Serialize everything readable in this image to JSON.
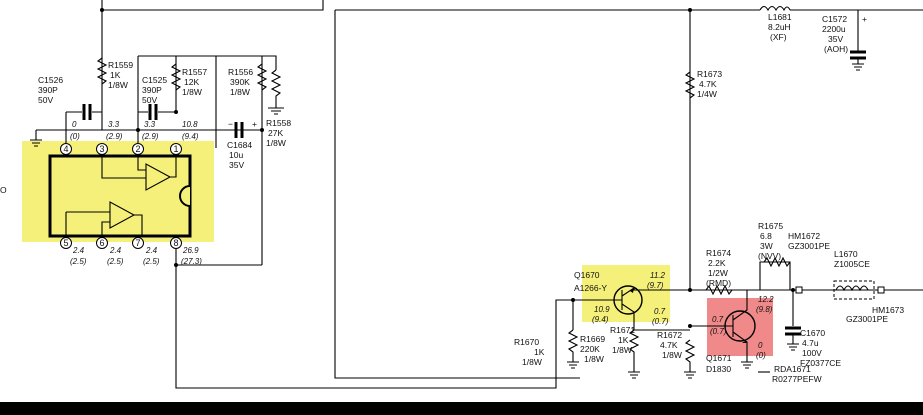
{
  "colors": {
    "ic_highlight": "#f5f07a",
    "q1670_highlight": "#f5f07a",
    "q1671_highlight": "#f08a8a",
    "wire": "#000000",
    "background": "#ffffff"
  },
  "left_edge": {
    "mark": "O"
  },
  "ic": {
    "pins": [
      "4",
      "3",
      "2",
      "1",
      "5",
      "6",
      "7",
      "8"
    ],
    "voltages_top": [
      {
        "v": "0",
        "vp": "(0)"
      },
      {
        "v": "3.3",
        "vp": "(2.9)"
      },
      {
        "v": "3.3",
        "vp": "(2.9)"
      },
      {
        "v": "10.8",
        "vp": "(9.4)"
      }
    ],
    "voltages_bottom": [
      {
        "v": "2.4",
        "vp": "(2.5)"
      },
      {
        "v": "2.4",
        "vp": "(2.5)"
      },
      {
        "v": "2.4",
        "vp": "(2.5)"
      },
      {
        "v": "26.9",
        "vp": "(27.3)"
      }
    ]
  },
  "parts": {
    "c1526": [
      "C1526",
      "390P",
      "50V"
    ],
    "r1559": [
      "R1559",
      "1K",
      "1/8W"
    ],
    "c1525": [
      "C1525",
      "390P",
      "50V"
    ],
    "r1557": [
      "R1557",
      "12K",
      "1/8W"
    ],
    "r1556": [
      "R1556",
      "390K",
      "1/8W"
    ],
    "r1558": [
      "R1558",
      "27K",
      "1/8W"
    ],
    "c1684": [
      "C1684",
      "10u",
      "35V"
    ],
    "l1681": [
      "L1681",
      "8.2uH",
      "(XF)"
    ],
    "c1572": [
      "C1572",
      "2200u",
      "35V",
      "(AOH)"
    ],
    "r1673": [
      "R1673",
      "4.7K",
      "1/4W"
    ],
    "r1675": [
      "R1675",
      "6.8",
      "3W",
      "(NVV)"
    ],
    "hm1672": [
      "HM1672",
      "GZ3001PE"
    ],
    "r1674": [
      "R1674",
      "2.2K",
      "1/2W",
      "(RMD)"
    ],
    "l1670": [
      "L1670",
      "Z1005CE"
    ],
    "hm1673": [
      "HM1673",
      "GZ3001PE"
    ],
    "q1670": [
      "Q1670",
      "A1266-Y"
    ],
    "r1670": [
      "R1670",
      "1K",
      "1/8W"
    ],
    "r1669": [
      "R1669",
      "220K",
      "1/8W"
    ],
    "r1671": [
      "R1671",
      "1K",
      "1/8W"
    ],
    "r1672": [
      "R1672",
      "4.7K",
      "1/8W"
    ],
    "q1671": [
      "Q1671",
      "D1830"
    ],
    "c1670": [
      "C1670",
      "4.7u",
      "100V",
      "FZ0377CE"
    ],
    "rda1671": [
      "RDA1671",
      "R0277PEFW"
    ]
  },
  "q1670_voltages": {
    "e": "11.2",
    "ep": "(9.7)",
    "b": "10.9",
    "bp": "(9.4)",
    "c": "0.7",
    "cp": "(0.7)"
  },
  "q1671_voltages": {
    "c": "12.2",
    "cp": "(9.8)",
    "b": "0.7",
    "bp": "(0.7)",
    "e": "0",
    "ep": "(0)"
  }
}
